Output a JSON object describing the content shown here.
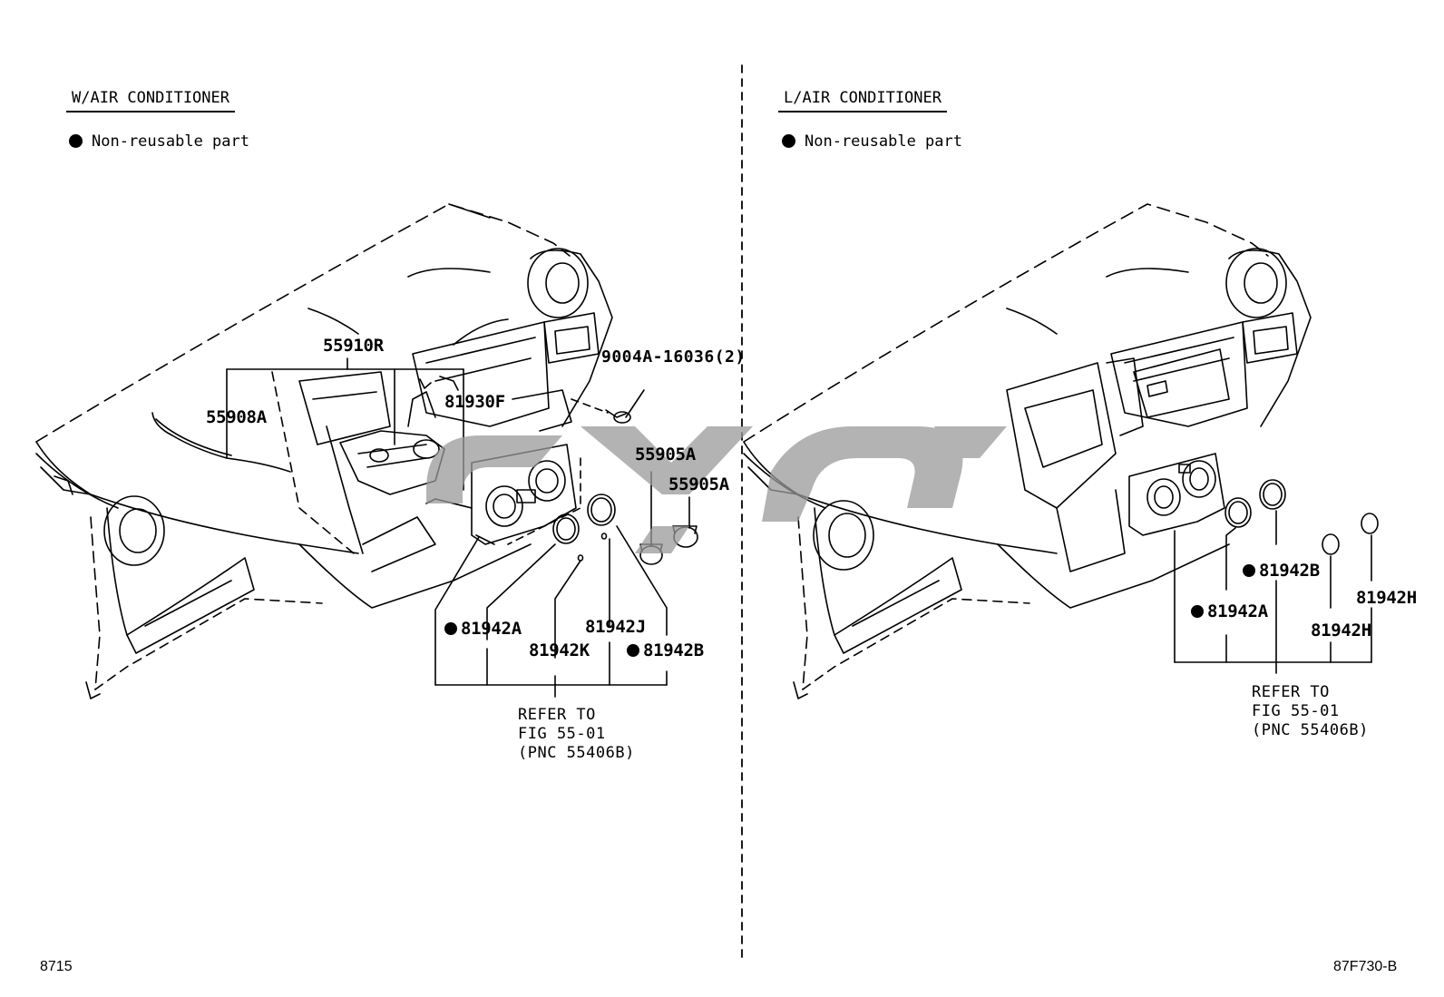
{
  "left": {
    "title": "W/AIR CONDITIONER",
    "legend": "Non-reusable part",
    "parts": {
      "p55910R": "55910R",
      "p55908A": "55908A",
      "p81930F": "81930F",
      "p9004A": "9004A-16036(2)",
      "p55905A_1": "55905A",
      "p55905A_2": "55905A",
      "p81942A": "81942A",
      "p81942J": "81942J",
      "p81942K": "81942K",
      "p81942B": "81942B"
    },
    "ref": "REFER TO\nFIG 55-01\n(PNC 55406B)"
  },
  "right": {
    "title": "L/AIR CONDITIONER",
    "legend": "Non-reusable part",
    "parts": {
      "p81942B": "81942B",
      "p81942H_1": "81942H",
      "p81942A": "81942A",
      "p81942H_2": "81942H"
    },
    "ref": "REFER TO\nFIG 55-01\n(PNC 55406B)"
  },
  "footer": {
    "left_code": "8715",
    "right_code": "87F730-B"
  }
}
